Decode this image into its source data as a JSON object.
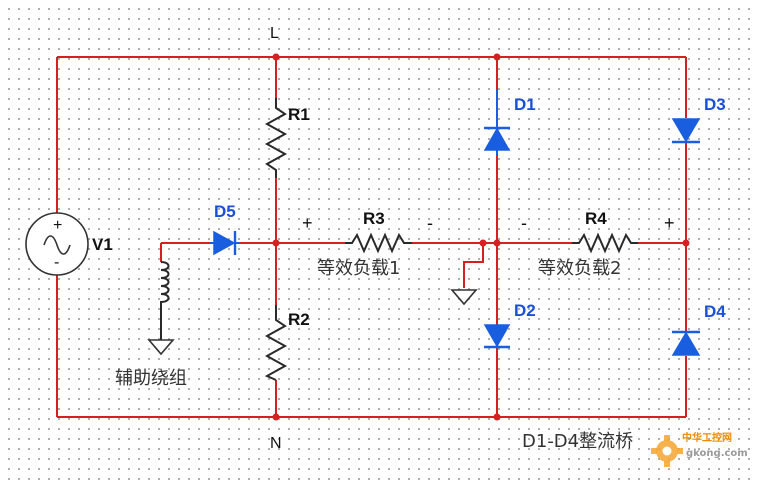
{
  "nodes": {
    "top": "L",
    "bottom": "N"
  },
  "components": {
    "source": "V1",
    "r1": "R1",
    "r2": "R2",
    "r3": "R3",
    "r4": "R4",
    "d1": "D1",
    "d2": "D2",
    "d3": "D3",
    "d4": "D4",
    "d5": "D5"
  },
  "polarity": {
    "r3_left": "+",
    "r3_right": "-",
    "r4_left": "-",
    "r4_right": "+",
    "source_plus": "+",
    "source_minus": "-"
  },
  "annotations": {
    "load1": "等效负载1",
    "load2": "等效负载2",
    "aux_winding": "辅助绕组",
    "bridge": "D1-D4整流桥"
  },
  "watermark": {
    "line1": "中华工控网",
    "line2": "gkong.com"
  },
  "colors": {
    "wire": "#d42020",
    "diode": "#1a5ee0",
    "watermark": "#f08a00"
  }
}
